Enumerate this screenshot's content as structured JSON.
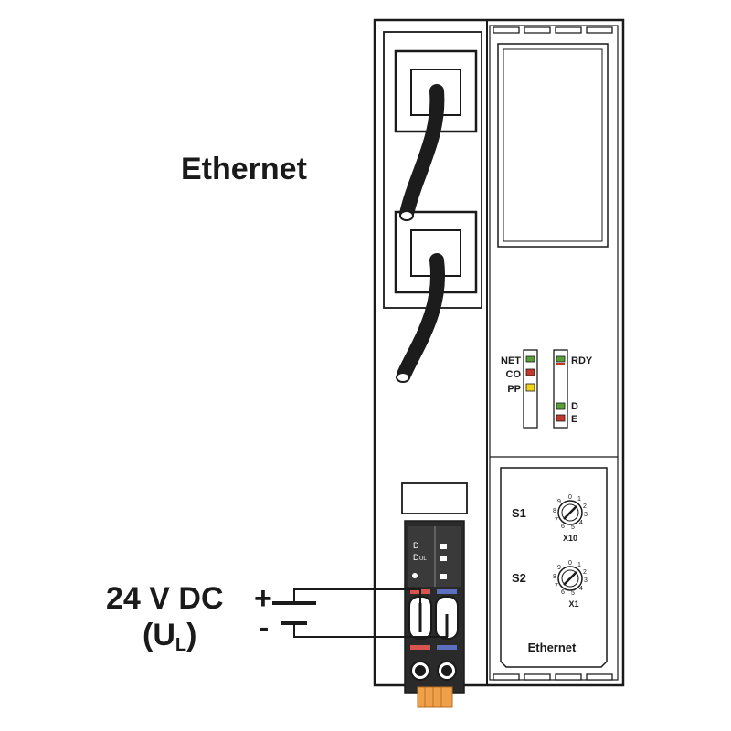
{
  "labels": {
    "ethernet_cable": "Ethernet",
    "supply_voltage": "24 V DC",
    "plus_sign": "+",
    "minus_sign": "-",
    "supply_symbol_open": "(U",
    "supply_symbol_sub": "L",
    "supply_symbol_close": ")"
  },
  "leds_left": {
    "net": "NET",
    "co": "CO",
    "pp": "PP"
  },
  "leds_right": {
    "rdy": "RDY",
    "d": "D",
    "e": "E"
  },
  "switches": {
    "s1": {
      "label": "S1",
      "multiplier": "X10"
    },
    "s2": {
      "label": "S2",
      "multiplier": "X1"
    },
    "panel_label": "Ethernet"
  },
  "terminal": {
    "row1_left": "D",
    "row2_left": "D",
    "row2_small": "UL"
  },
  "colors": {
    "led_green": "#5a9e3a",
    "led_red": "#c0392b",
    "led_yellow": "#f2d21b",
    "wire_red": "#d9534f",
    "wire_blue": "#5b6fbf",
    "connector_orange": "#f0a04b",
    "cable": "#1c1c1c"
  }
}
